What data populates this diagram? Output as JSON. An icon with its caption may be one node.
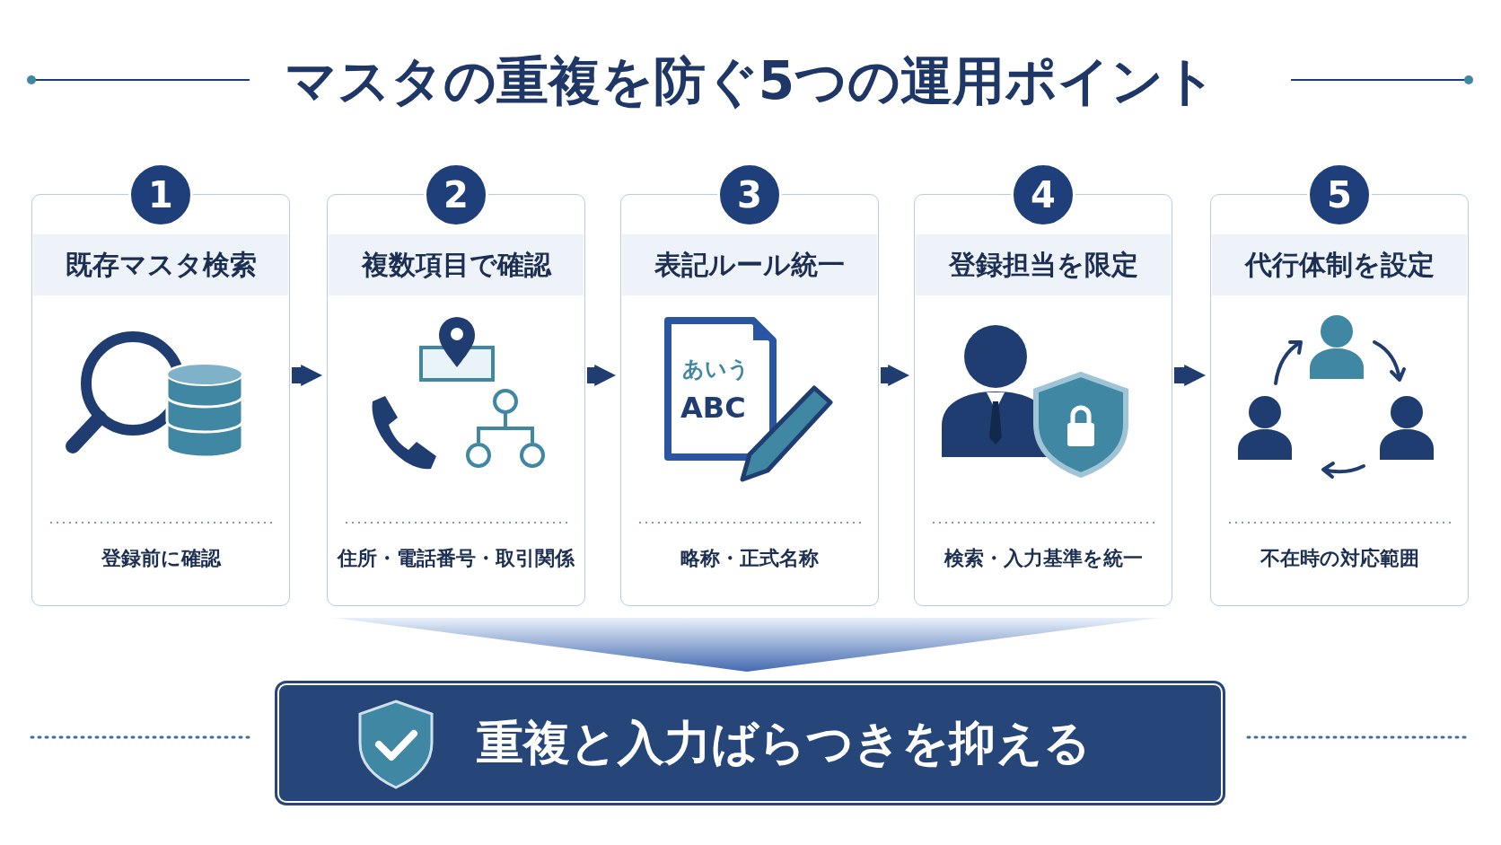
{
  "diagram": {
    "title": "マスタの重複を防ぐ5つの運用ポイント",
    "nodes": [
      {
        "text": [
          "1",
          "既存マスタ検索",
          "登録前に確認"
        ]
      },
      {
        "text": [
          "2",
          "複数項目で確認",
          "住所・電話番号・取引関係"
        ]
      },
      {
        "text": [
          "3",
          "表記ルール統一",
          "略称・正式名称"
        ]
      },
      {
        "text": [
          "4",
          "登録担当を限定",
          "検索・入力基準を統一"
        ]
      },
      {
        "text": [
          "5",
          "代行体制を設定",
          "不在時の対応範囲"
        ]
      },
      {
        "text": [
          "重複と入力ばらつきを抑える"
        ]
      },
      {
        "text": [],
        "shape": "funnel"
      }
    ],
    "edges": [
      {
        "from": 0,
        "to": 1,
        "arrow": "to"
      },
      {
        "from": 1,
        "to": 2,
        "arrow": "to"
      },
      {
        "from": 2,
        "to": 3,
        "arrow": "to"
      },
      {
        "from": 3,
        "to": 4,
        "arrow": "to"
      }
    ],
    "labels": [
      "あいう",
      "ABC"
    ]
  }
}
